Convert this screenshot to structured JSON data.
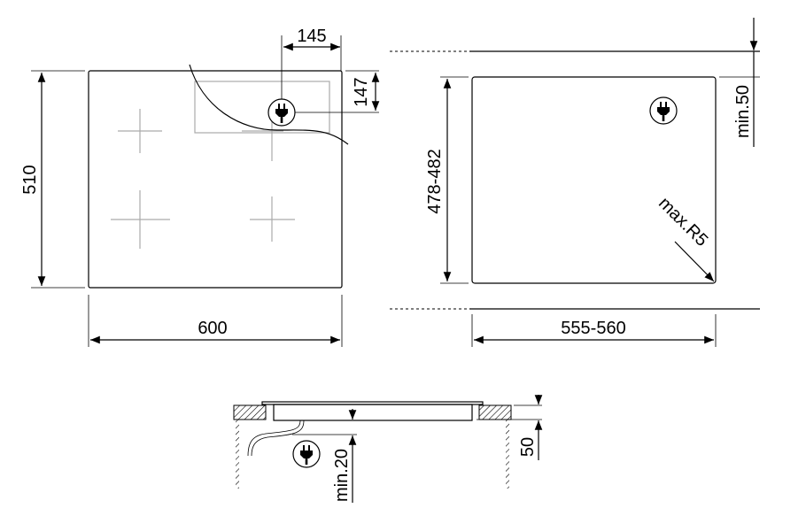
{
  "top_view": {
    "width_label": "600",
    "depth_label": "510",
    "plug_offset_x_label": "145",
    "plug_offset_y_label": "147",
    "plug_icon": "electric-plug-icon"
  },
  "cutout_view": {
    "width_label": "555-560",
    "depth_label": "478-482",
    "clearance_label": "min.50",
    "radius_label": "max.R5",
    "plug_icon": "electric-plug-icon"
  },
  "section_view": {
    "height_label": "50",
    "clearance_label": "min.20",
    "plug_icon": "electric-plug-icon"
  }
}
